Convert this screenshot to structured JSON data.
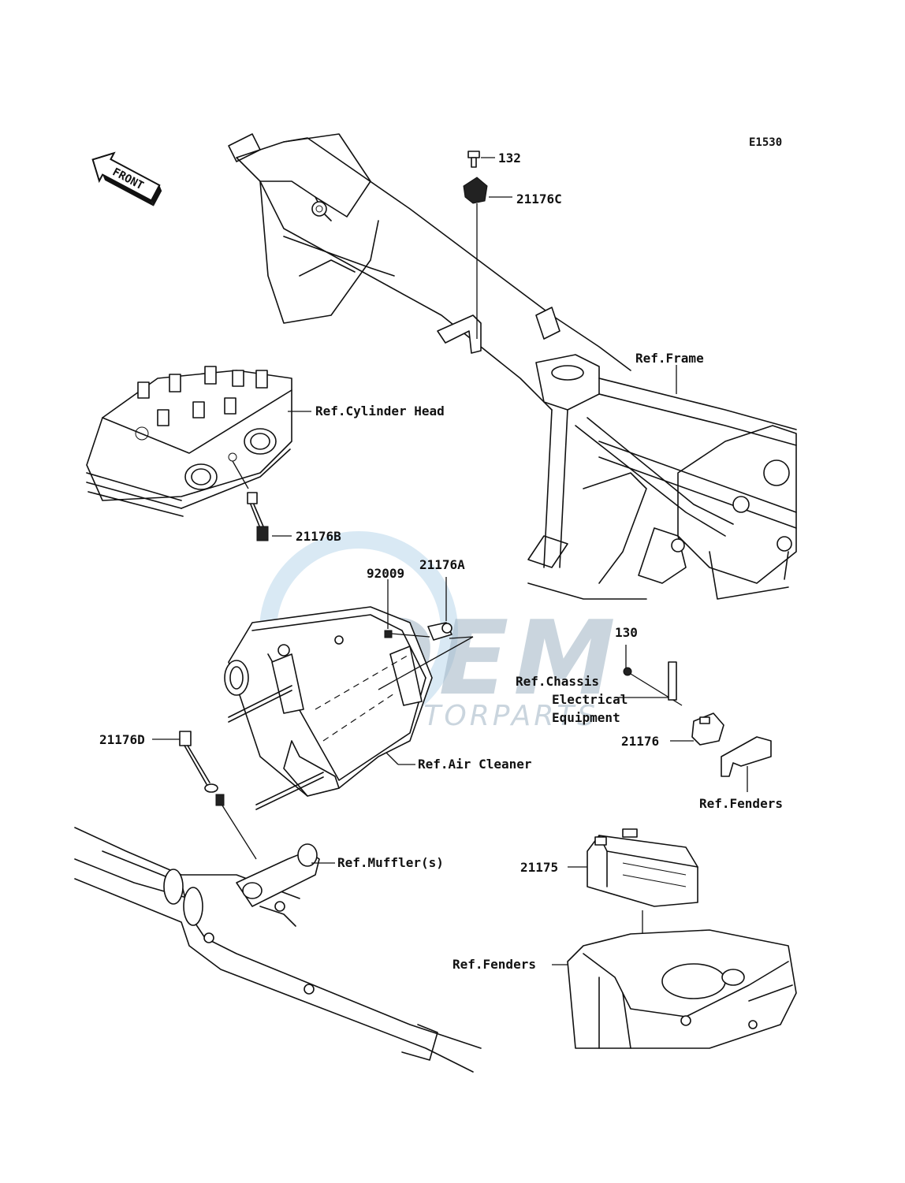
{
  "diagram_code": "E1530",
  "front_arrow": {
    "label": "FRONT"
  },
  "watermark": {
    "logo": "OEM",
    "text": "MOTORPARTS"
  },
  "callouts": {
    "p132": "132",
    "p21176C": "21176C",
    "p21176B": "21176B",
    "p21176A": "21176A",
    "p92009": "92009",
    "p130": "130",
    "p21176": "21176",
    "p21176D": "21176D",
    "p21175": "21175"
  },
  "references": {
    "frame": "Ref.Frame",
    "cylinder_head": "Ref.Cylinder Head",
    "chassis_electrical": [
      "Ref.Chassis",
      "Electrical",
      "Equipment"
    ],
    "air_cleaner": "Ref.Air Cleaner",
    "fenders_right": "Ref.Fenders",
    "muffler": "Ref.Muffler(s)",
    "fenders_bottom": "Ref.Fenders"
  }
}
